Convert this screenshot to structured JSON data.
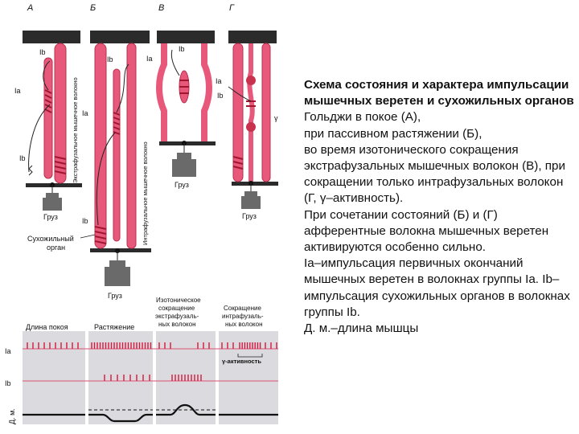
{
  "panels": {
    "a": "А",
    "b": "Б",
    "v": "В",
    "g": "Г"
  },
  "labels": {
    "ib": "Ib",
    "ia": "Ia",
    "gamma": "γ",
    "weight": "Груз",
    "tendon_organ_line1": "Сухожильный",
    "tendon_organ_line2": "орган",
    "extrafusal_fiber": "Экстрафузальное мышечное волокно",
    "intrafusal_fiber": "Интрафузальное мышечное волокно"
  },
  "recording": {
    "headers": {
      "rest": "Длина покоя",
      "stretch": "Растяжение",
      "isotonic_1": "Изотоническое",
      "isotonic_2": "сокращение",
      "isotonic_3": "экстрафузаль-",
      "isotonic_4": "ных волокон",
      "intrafusal_1": "Сокращение",
      "intrafusal_2": "интрафузаль-",
      "intrafusal_3": "ных волокон"
    },
    "row_labels": {
      "ia": "Ia",
      "ib": "Ib",
      "dm": "Д. м."
    },
    "gamma_activity": "γ-активность"
  },
  "caption": {
    "title": "Схема состояния и характера импульсации мышечных веретен и сухожильных органов",
    "title_rest": " Гольджи в покое (А),",
    "l1": "при пассивном растяжении (Б),",
    "l2": "во время изотонического сокращения экстрафузальных мышечных волокон (В), при сокращении только интрафузальных волокон (Г,  γ–активность).",
    "l3": "При сочетании состояний (Б) и (Г) афферентные волокна мышечных веретен активируются особенно сильно.",
    "l4": "Ia–импульсация первичных окончаний мышечных веретен в волокнах группы Ia. Ib–импульсация сухожильных органов в волокнах группы Ib.",
    "l5": "Д. м.–длина мышцы"
  },
  "colors": {
    "muscle": "#e8587a",
    "muscle_dark": "#c8324f",
    "spike": "#d8173c",
    "bar": "#2b2b2b",
    "weight": "#6a6a6a",
    "strip_bg": "#dadadf"
  }
}
